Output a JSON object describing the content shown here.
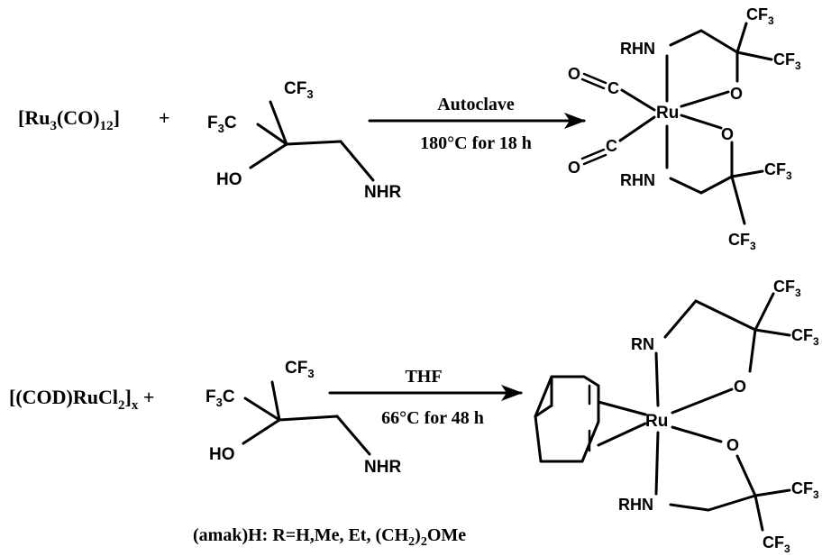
{
  "reaction1": {
    "reagent": "[Ru3(CO)12]",
    "plus": "+",
    "condition_top": "Autoclave",
    "condition_bottom": "180°C for 18 h"
  },
  "reaction2": {
    "reagent": "[(COD)RuCl2]x +",
    "condition_top": "THF",
    "condition_bottom": "66°C for 48 h"
  },
  "ligand": {
    "cf3": "CF3",
    "f3c": "F3C",
    "ho": "HO",
    "nhr": "NHR"
  },
  "product_labels": {
    "ru": "Ru",
    "o": "O",
    "rhn": "RHN",
    "rn": "RN",
    "cf3": "CF3",
    "carbonyl_o": "O",
    "carbonyl_c": "C"
  },
  "footnote": "(amak)H: R=H,Me, Et, (CH2)2OMe"
}
